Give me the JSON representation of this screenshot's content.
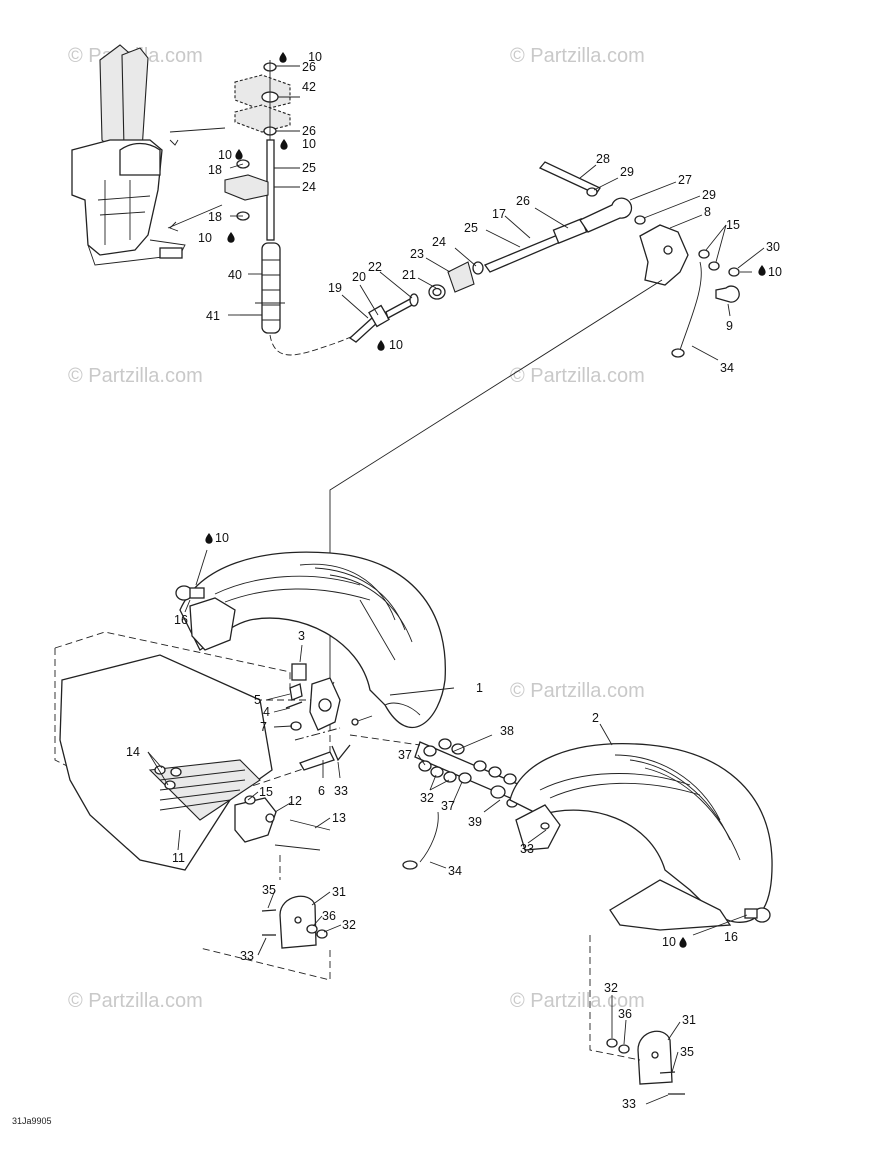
{
  "watermark": {
    "text": "© Partzilla.com",
    "color": "#c9c9c9",
    "strong_color": "#222222"
  },
  "drawing_code": "31Ja9905",
  "callouts": [
    {
      "id": "c-10-a",
      "text": "10",
      "sealant": true
    },
    {
      "id": "c-26-a",
      "text": "26"
    },
    {
      "id": "c-42",
      "text": "42"
    },
    {
      "id": "c-26-b",
      "text": "26"
    },
    {
      "id": "c-10-b",
      "text": "10",
      "sealant": true
    },
    {
      "id": "c-10-c",
      "text": "10",
      "sealant": true
    },
    {
      "id": "c-18-a",
      "text": "18"
    },
    {
      "id": "c-25-a",
      "text": "25"
    },
    {
      "id": "c-24-a",
      "text": "24"
    },
    {
      "id": "c-18-b",
      "text": "18"
    },
    {
      "id": "c-10-d",
      "text": "10",
      "sealant": true
    },
    {
      "id": "c-40",
      "text": "40"
    },
    {
      "id": "c-41",
      "text": "41"
    },
    {
      "id": "c-19",
      "text": "19"
    },
    {
      "id": "c-20",
      "text": "20"
    },
    {
      "id": "c-22",
      "text": "22"
    },
    {
      "id": "c-21",
      "text": "21"
    },
    {
      "id": "c-10-e",
      "text": "10",
      "sealant": true
    },
    {
      "id": "c-23",
      "text": "23"
    },
    {
      "id": "c-24-b",
      "text": "24"
    },
    {
      "id": "c-25-b",
      "text": "25"
    },
    {
      "id": "c-17",
      "text": "17"
    },
    {
      "id": "c-26-c",
      "text": "26"
    },
    {
      "id": "c-28",
      "text": "28"
    },
    {
      "id": "c-29-a",
      "text": "29"
    },
    {
      "id": "c-27",
      "text": "27"
    },
    {
      "id": "c-29-b",
      "text": "29"
    },
    {
      "id": "c-8",
      "text": "8"
    },
    {
      "id": "c-15-a",
      "text": "15"
    },
    {
      "id": "c-30",
      "text": "30"
    },
    {
      "id": "c-10-f",
      "text": "10",
      "sealant": true
    },
    {
      "id": "c-9",
      "text": "9"
    },
    {
      "id": "c-34-a",
      "text": "34"
    },
    {
      "id": "c-10-g",
      "text": "10",
      "sealant": true
    },
    {
      "id": "c-16-a",
      "text": "16"
    },
    {
      "id": "c-3",
      "text": "3"
    },
    {
      "id": "c-5",
      "text": "5"
    },
    {
      "id": "c-4",
      "text": "4"
    },
    {
      "id": "c-7",
      "text": "7"
    },
    {
      "id": "c-1",
      "text": "1"
    },
    {
      "id": "c-2",
      "text": "2"
    },
    {
      "id": "c-38",
      "text": "38"
    },
    {
      "id": "c-14",
      "text": "14"
    },
    {
      "id": "c-6",
      "text": "6"
    },
    {
      "id": "c-33-a",
      "text": "33"
    },
    {
      "id": "c-37-a",
      "text": "37"
    },
    {
      "id": "c-32-a",
      "text": "32"
    },
    {
      "id": "c-37-b",
      "text": "37"
    },
    {
      "id": "c-15-b",
      "text": "15"
    },
    {
      "id": "c-12",
      "text": "12"
    },
    {
      "id": "c-13",
      "text": "13"
    },
    {
      "id": "c-39",
      "text": "39"
    },
    {
      "id": "c-33-b",
      "text": "33"
    },
    {
      "id": "c-11",
      "text": "11"
    },
    {
      "id": "c-34-b",
      "text": "34"
    },
    {
      "id": "c-35-a",
      "text": "35"
    },
    {
      "id": "c-31-a",
      "text": "31"
    },
    {
      "id": "c-36-a",
      "text": "36"
    },
    {
      "id": "c-32-b",
      "text": "32"
    },
    {
      "id": "c-33-c",
      "text": "33"
    },
    {
      "id": "c-10-h",
      "text": "10",
      "sealant": true
    },
    {
      "id": "c-16-b",
      "text": "16"
    },
    {
      "id": "c-32-c",
      "text": "32"
    },
    {
      "id": "c-36-b",
      "text": "36"
    },
    {
      "id": "c-31-b",
      "text": "31"
    },
    {
      "id": "c-35-b",
      "text": "35"
    },
    {
      "id": "c-33-d",
      "text": "33"
    }
  ]
}
